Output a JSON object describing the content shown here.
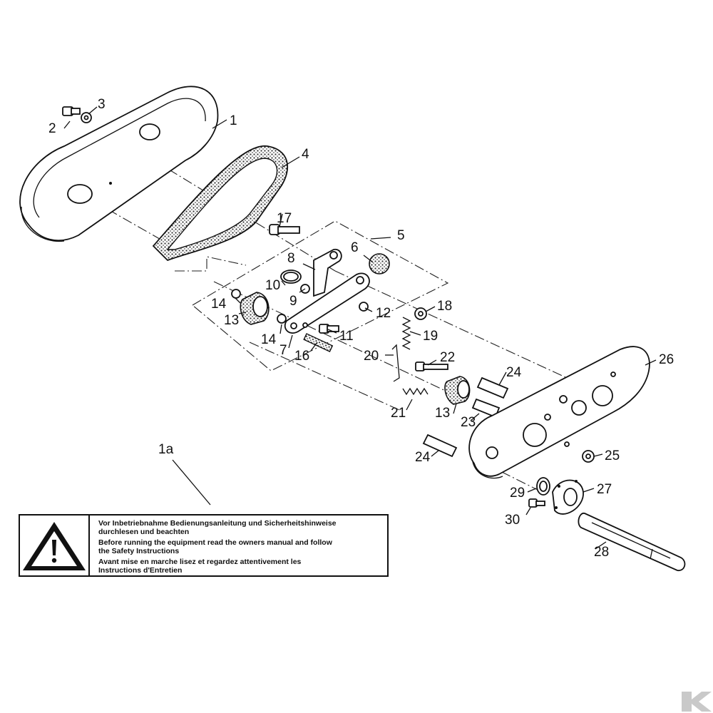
{
  "callouts": [
    {
      "id": "c1",
      "text": "1"
    },
    {
      "id": "c1a",
      "text": "1a"
    },
    {
      "id": "c2",
      "text": "2"
    },
    {
      "id": "c3",
      "text": "3"
    },
    {
      "id": "c4",
      "text": "4"
    },
    {
      "id": "c5",
      "text": "5"
    },
    {
      "id": "c6",
      "text": "6"
    },
    {
      "id": "c7",
      "text": "7"
    },
    {
      "id": "c8",
      "text": "8"
    },
    {
      "id": "c9",
      "text": "9"
    },
    {
      "id": "c10",
      "text": "10"
    },
    {
      "id": "c11",
      "text": "11"
    },
    {
      "id": "c12",
      "text": "12"
    },
    {
      "id": "c13a",
      "text": "13"
    },
    {
      "id": "c13b",
      "text": "13"
    },
    {
      "id": "c14a",
      "text": "14"
    },
    {
      "id": "c14b",
      "text": "14"
    },
    {
      "id": "c16",
      "text": "16"
    },
    {
      "id": "c17",
      "text": "17"
    },
    {
      "id": "c18",
      "text": "18"
    },
    {
      "id": "c19",
      "text": "19"
    },
    {
      "id": "c20",
      "text": "20"
    },
    {
      "id": "c21",
      "text": "21"
    },
    {
      "id": "c22",
      "text": "22"
    },
    {
      "id": "c23",
      "text": "23"
    },
    {
      "id": "c24a",
      "text": "24"
    },
    {
      "id": "c24b",
      "text": "24"
    },
    {
      "id": "c25",
      "text": "25"
    },
    {
      "id": "c26",
      "text": "26"
    },
    {
      "id": "c27",
      "text": "27"
    },
    {
      "id": "c28",
      "text": "28"
    },
    {
      "id": "c29",
      "text": "29"
    },
    {
      "id": "c30",
      "text": "30"
    }
  ],
  "warning_label": {
    "lines": [
      "Vor Inbetriebnahme Bedienungsanleitung und Sicherheitshinweise",
      "durchlesen und beachten",
      "Before running the equipment read the owners manual and follow",
      "the Safety Instructions",
      "Avant mise en marche lisez et regardez attentivement les",
      "Instructions d'Entretien"
    ],
    "icon": "warning-triangle-icon"
  },
  "logo": {
    "text": "K",
    "icon": "brand-logo-icon"
  }
}
